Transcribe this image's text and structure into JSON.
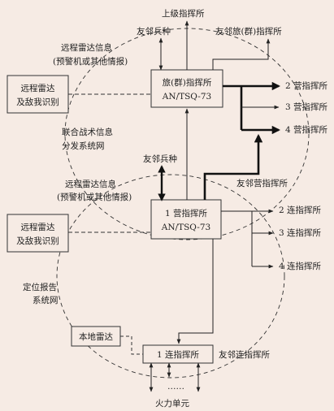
{
  "diagram": {
    "nodes": {
      "brigade_cp": {
        "line1": "旅(群)指挥所",
        "line2": "AN/TSQ-73"
      },
      "battalion_cp": {
        "line1": "1 营指挥所",
        "line2": "AN/TSQ-73"
      },
      "company_cp": {
        "line1": "1 连指挥所"
      },
      "remote_radar_top": {
        "line1": "远程雷达",
        "line2": "及敌我识别"
      },
      "remote_radar_mid": {
        "line1": "远程雷达",
        "line2": "及敌我识别"
      },
      "local_radar": {
        "line1": "本地雷达"
      }
    },
    "labels": {
      "superior_cp": "上级指挥所",
      "friendly_arms_top": "友邻兵种",
      "friendly_brigade_cp": "友邻旅(群)指挥所",
      "remote_info_top_1": "远程雷达信息",
      "remote_info_top_2": "(预警机或其他情报)",
      "bn2_cp": "2 营指挥所",
      "bn3_cp": "3 营指挥所",
      "bn4_cp": "4 营指挥所",
      "joint_net_1": "联合战术信息",
      "joint_net_2": "分发系统网",
      "friendly_arms_mid": "友邻兵种",
      "friendly_bn_cp": "友邻营指挥所",
      "remote_info_mid_1": "远程雷达信息",
      "remote_info_mid_2": "(预警机或其他情报)",
      "co2_cp": "2 连指挥所",
      "co3_cp": "3 连指挥所",
      "co4_cp": "4 连指挥所",
      "plrs_1": "定位报告",
      "plrs_2": "系统网",
      "friendly_co_cp": "友邻连指挥所",
      "ellipsis": "……",
      "fire_units": "火力单元"
    }
  }
}
